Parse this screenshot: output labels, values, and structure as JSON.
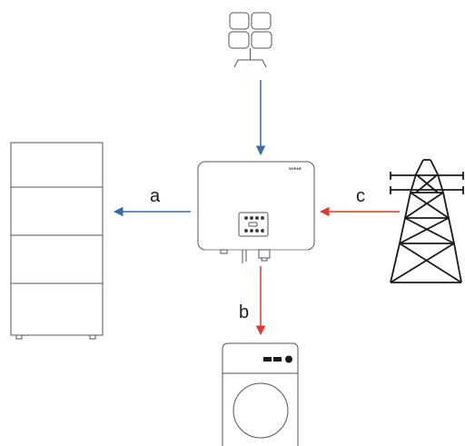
{
  "labels": {
    "a": "a",
    "b": "b",
    "c": "c"
  },
  "inverter": {
    "brand": "SOFAR"
  },
  "colors": {
    "pv_to_inverter": "#3b6aa6",
    "inverter_to_battery": "#3b6aa6",
    "inverter_to_load": "#e03a2f",
    "grid_to_inverter": "#e03a2f",
    "outline": "#555555"
  },
  "icons": {
    "solar": "solar-panel-icon",
    "inverter": "inverter-icon",
    "battery": "battery-stack-icon",
    "grid": "power-pylon-icon",
    "load": "washing-machine-icon"
  }
}
